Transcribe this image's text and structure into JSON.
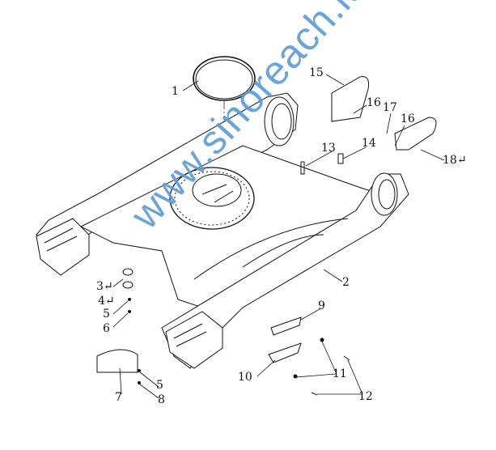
{
  "diagram": {
    "callouts": [
      {
        "id": "c1",
        "text": "1"
      },
      {
        "id": "c2",
        "text": "2"
      },
      {
        "id": "c3",
        "text": "3↵"
      },
      {
        "id": "c4",
        "text": "4↵"
      },
      {
        "id": "c5a",
        "text": "5"
      },
      {
        "id": "c6",
        "text": "6"
      },
      {
        "id": "c5b",
        "text": "5"
      },
      {
        "id": "c7",
        "text": "7"
      },
      {
        "id": "c8",
        "text": "8"
      },
      {
        "id": "c9",
        "text": "9"
      },
      {
        "id": "c10",
        "text": "10"
      },
      {
        "id": "c11",
        "text": "11"
      },
      {
        "id": "c12",
        "text": "12"
      },
      {
        "id": "c13",
        "text": "13"
      },
      {
        "id": "c14",
        "text": "14"
      },
      {
        "id": "c15",
        "text": "15"
      },
      {
        "id": "c16a",
        "text": "16"
      },
      {
        "id": "c17",
        "text": "17"
      },
      {
        "id": "c16b",
        "text": "16"
      },
      {
        "id": "c18",
        "text": "18↵"
      }
    ],
    "watermark": "www.sinoreach.id",
    "colors": {
      "line": "#111111",
      "watermark": "#5b9bd5"
    }
  }
}
